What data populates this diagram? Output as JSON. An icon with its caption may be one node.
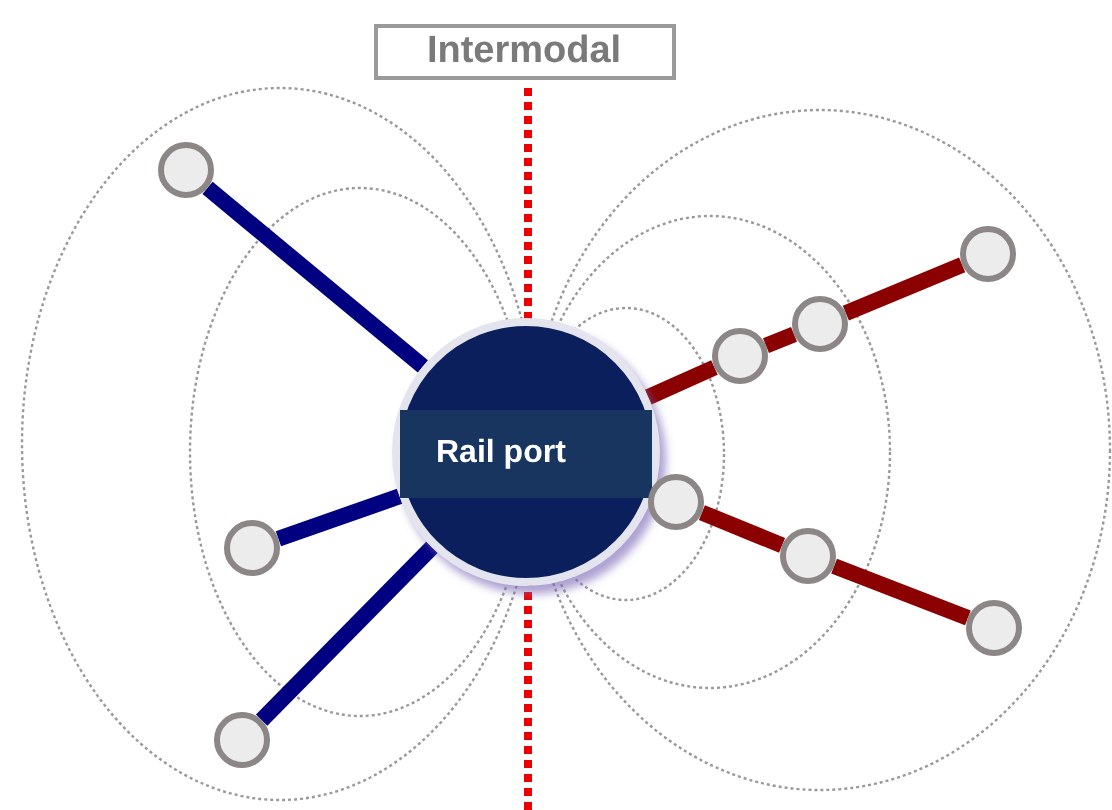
{
  "diagram": {
    "nodes": [
      {
        "text": [
          "Intermodal"
        ]
      },
      {
        "text": [
          "Rail port"
        ]
      },
      {
        "text": [],
        "shape": "circle"
      },
      {
        "text": [],
        "shape": "circle"
      },
      {
        "text": [],
        "shape": "circle"
      },
      {
        "text": [],
        "shape": "circle"
      },
      {
        "text": [],
        "shape": "circle"
      },
      {
        "text": [],
        "shape": "circle"
      },
      {
        "text": [],
        "shape": "circle"
      },
      {
        "text": [],
        "shape": "circle"
      },
      {
        "text": [],
        "shape": "circle"
      }
    ],
    "edges": [
      {
        "from": 1,
        "to": 2,
        "arrow": "none",
        "color": "#000080"
      },
      {
        "from": 1,
        "to": 3,
        "arrow": "none",
        "color": "#000080"
      },
      {
        "from": 1,
        "to": 4,
        "arrow": "none",
        "color": "#000080"
      },
      {
        "from": 1,
        "to": 5,
        "arrow": "none"
      },
      {
        "from": 5,
        "to": 6,
        "arrow": "none"
      },
      {
        "from": 6,
        "to": 7,
        "arrow": "none"
      },
      {
        "from": 8,
        "to": 9,
        "arrow": "none"
      },
      {
        "from": 9,
        "to": 10,
        "arrow": "none"
      }
    ]
  }
}
